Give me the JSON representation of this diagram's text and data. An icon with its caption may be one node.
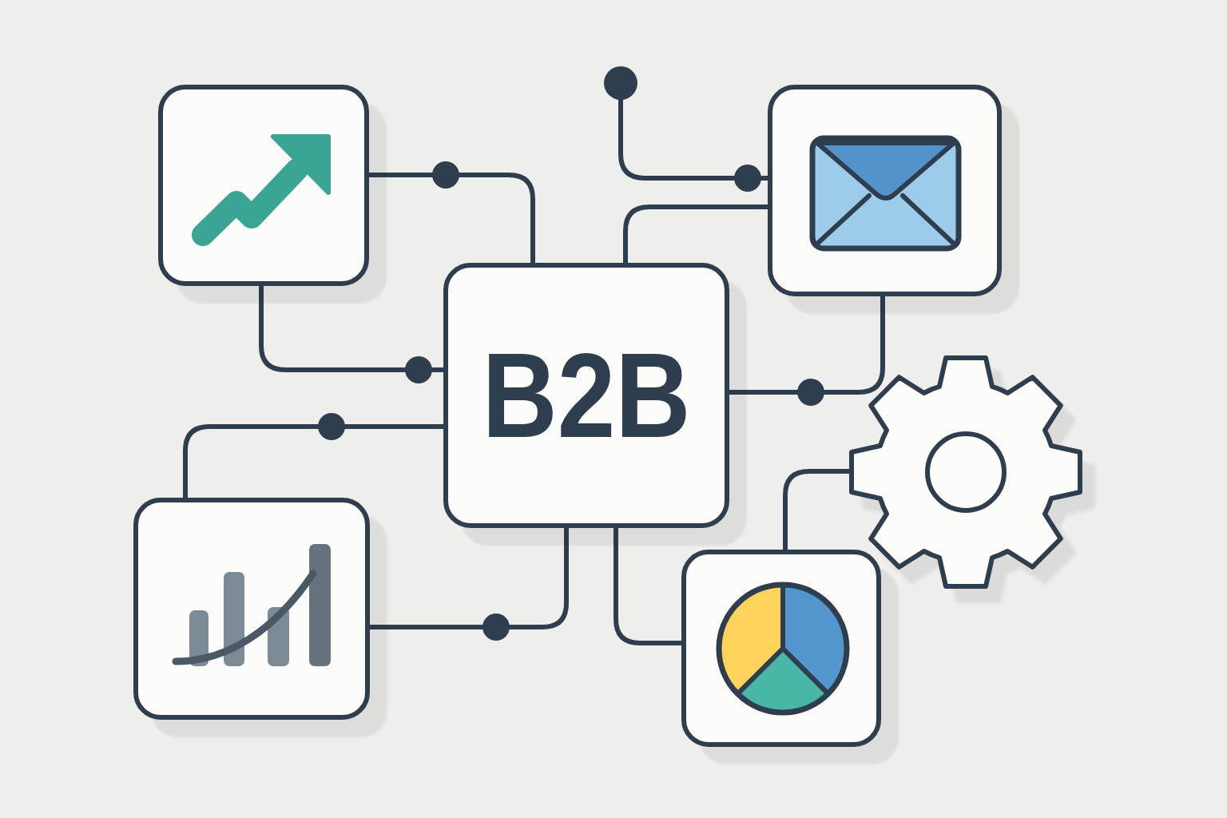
{
  "diagram": {
    "nodes": [
      {
        "text": [],
        "shape": "box"
      },
      {
        "text": [],
        "shape": "box"
      },
      {
        "text": [
          "B2B"
        ]
      },
      {
        "text": [],
        "shape": "gear"
      },
      {
        "text": [],
        "shape": "box"
      },
      {
        "text": [],
        "shape": "box"
      }
    ],
    "edges": [
      {
        "from": 0,
        "to": 2,
        "arrow": "none"
      },
      {
        "from": 0,
        "to": 2,
        "arrow": "none"
      },
      {
        "from": 2,
        "to": 4,
        "arrow": "none"
      },
      {
        "from": 2,
        "to": 4,
        "arrow": "none"
      },
      {
        "from": 1,
        "to": 2,
        "arrow": "none"
      },
      {
        "from": null,
        "to": 1,
        "arrow": "other"
      },
      {
        "from": 2,
        "to": 1,
        "arrow": "none"
      },
      {
        "from": 2,
        "to": 5,
        "arrow": "none"
      },
      {
        "from": 5,
        "to": 3,
        "arrow": "none"
      }
    ]
  }
}
